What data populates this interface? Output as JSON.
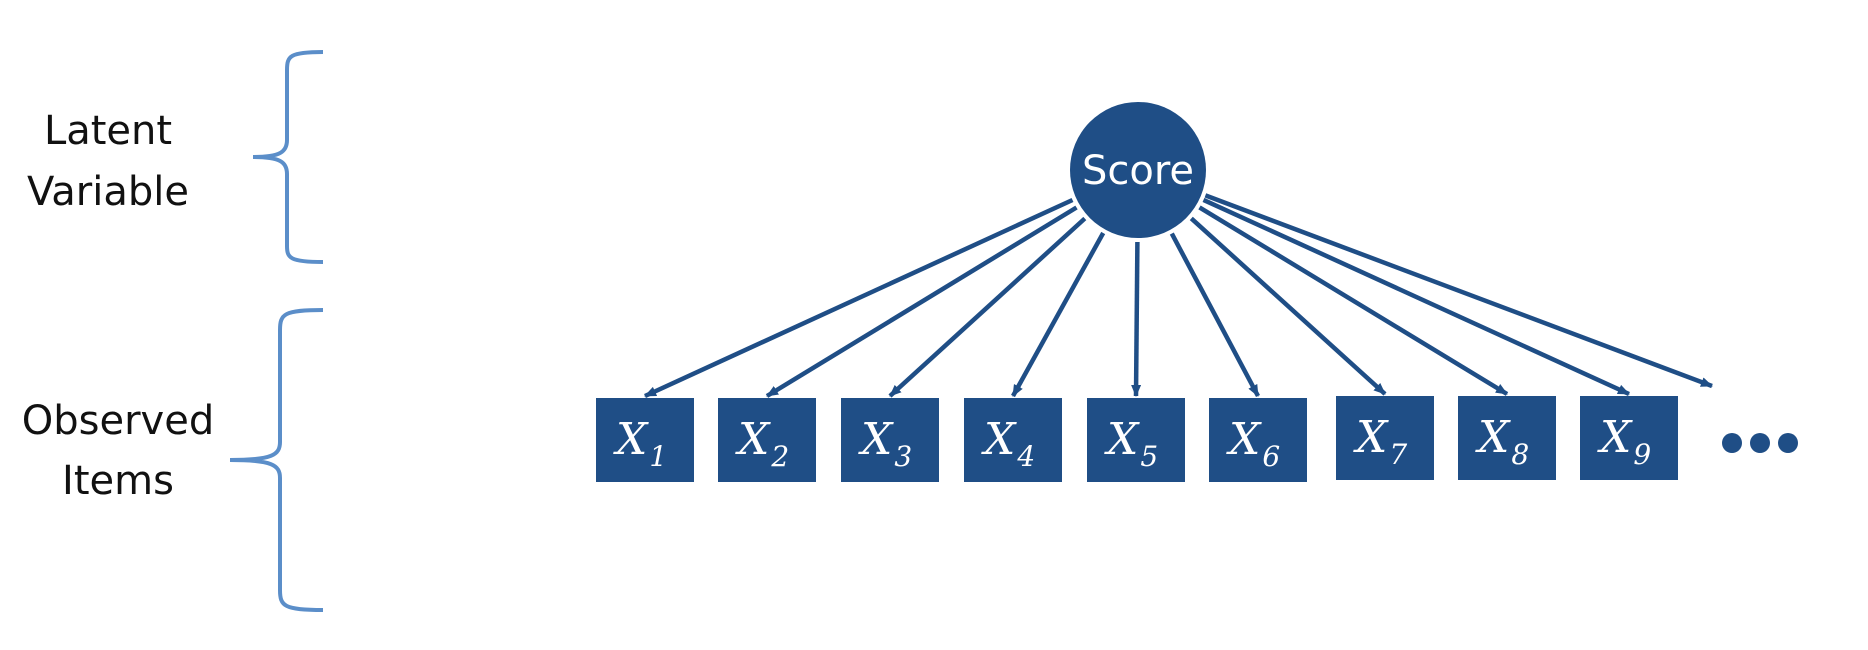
{
  "labels": {
    "latent_line1": "Latent",
    "latent_line2": "Variable",
    "observed_line1": "Observed",
    "observed_line2": "Items"
  },
  "latent": {
    "label": "Score"
  },
  "items": [
    {
      "symbol": "X",
      "subscript": "1"
    },
    {
      "symbol": "X",
      "subscript": "2"
    },
    {
      "symbol": "X",
      "subscript": "3"
    },
    {
      "symbol": "X",
      "subscript": "4"
    },
    {
      "symbol": "X",
      "subscript": "5"
    },
    {
      "symbol": "X",
      "subscript": "6"
    },
    {
      "symbol": "X",
      "subscript": "7"
    },
    {
      "symbol": "X",
      "subscript": "8"
    },
    {
      "symbol": "X",
      "subscript": "9"
    }
  ],
  "colors": {
    "node_fill": "#1f4e86",
    "arrow": "#1f4e86",
    "brace": "#5b8ec9",
    "text": "#111111"
  }
}
